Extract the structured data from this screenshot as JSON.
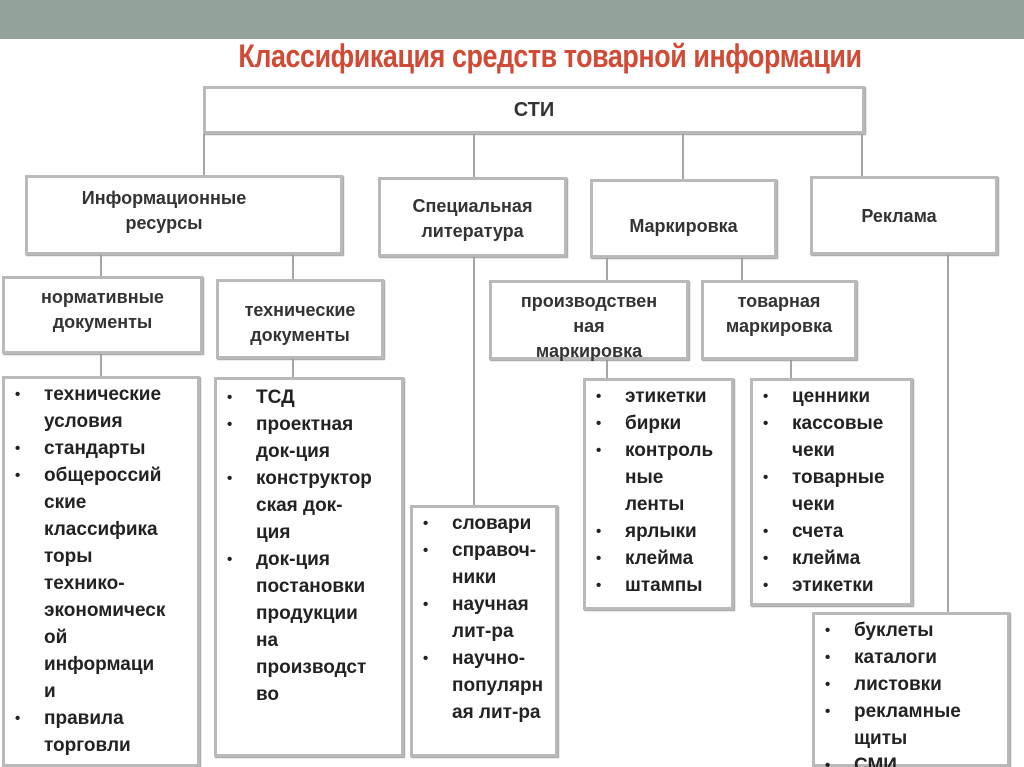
{
  "title": "Классификация средств товарной информации",
  "root": "СТИ",
  "level2": {
    "info_resources": "Информационные\nресурсы",
    "special_literature": "Специальная\nлитература",
    "marking": "Маркировка",
    "advertising": "Реклама"
  },
  "level3": {
    "normative_docs": "нормативные\nдокументы",
    "technical_docs": "технические\nдокументы",
    "production_marking": "производствен\nная\nмаркировка",
    "trade_marking": "товарная\nмаркировка"
  },
  "lists": {
    "normative": [
      "технические\nусловия",
      "стандарты",
      "общероссий\nские\nклассифика\nторы\nтехнико-\nэкономическ\nой\nинформаци\nи",
      "правила\nторговли"
    ],
    "technical": [
      "ТСД",
      "проектная\nдок-ция",
      "конструктор\nская док-\nция",
      "док-ция\nпостановки\nпродукции\nна\nпроизводст\nво"
    ],
    "literature": [
      "словари",
      "справоч-\nники",
      "научная\nлит-ра",
      "научно-\nпопулярн\nая лит-ра"
    ],
    "production": [
      "этикетки",
      "бирки",
      "контроль\nные\nленты",
      "ярлыки",
      "клейма",
      "штампы"
    ],
    "trade": [
      "ценники",
      "кассовые\nчеки",
      "товарные\nчеки",
      "счета",
      "клейма",
      "этикетки"
    ],
    "advertising": [
      "буклеты",
      "каталоги",
      "листовки",
      "рекламные\nщиты",
      "СМИ"
    ]
  }
}
